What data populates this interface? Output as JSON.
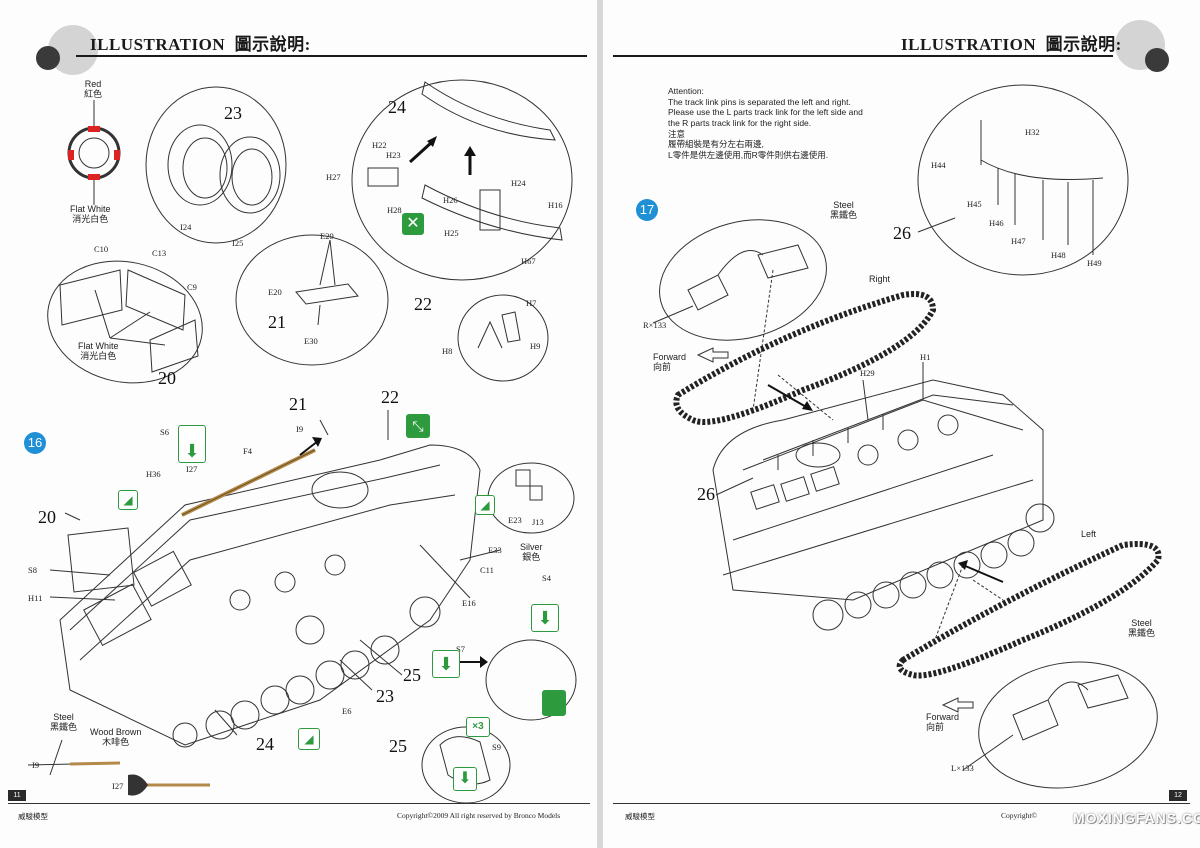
{
  "header": {
    "title_en": "ILLUSTRATION",
    "title_zh": "圖示說明:"
  },
  "left_page": {
    "steps": {
      "main": "16",
      "sub_20": "20",
      "sub_21": "21",
      "sub_22": "22",
      "sub_23": "23",
      "sub_24": "24",
      "sub_25": "25"
    },
    "colors": {
      "red_en": "Red",
      "red_zh": "紅色",
      "flat_white_en": "Flat White",
      "flat_white_zh": "消光白色",
      "silver_en": "Silver",
      "silver_zh": "銀色",
      "steel_en": "Steel",
      "steel_zh": "黑鐵色",
      "wood_en": "Wood Brown",
      "wood_zh": "木啡色"
    },
    "parts": {
      "i24": "I24",
      "i25": "I25",
      "c10": "C10",
      "c13": "C13",
      "c9": "C9",
      "h22": "H22",
      "h23": "H23",
      "h27": "H27",
      "h28": "H28",
      "h26": "H26",
      "h24": "H24",
      "h16": "H16",
      "h25": "H25",
      "h67": "H67",
      "e29": "E29",
      "e20": "E20",
      "e30": "E30",
      "h7": "H7",
      "h8": "H8",
      "h9": "H9",
      "s6": "S6",
      "i27": "I27",
      "h36": "H36",
      "f4": "F4",
      "i9": "I9",
      "e23": "E23",
      "j13": "J13",
      "s8": "S8",
      "h11": "H11",
      "e33": "E33",
      "c11": "C11",
      "e16": "E16",
      "s4": "S4",
      "s7": "S7",
      "e6": "E6",
      "s9": "S9",
      "x3": "×3",
      "i9b": "I9",
      "i27b": "I27"
    },
    "page_number": "11",
    "footer_left": "威駿模型",
    "footer_right": "Copyright©2009  All right reserved by Bronco Models"
  },
  "right_page": {
    "attention": {
      "l1": "Attention:",
      "l2": "The track link pins is separated the left and right.",
      "l3": "Please use the L parts track link for the left side and",
      "l4": "the R parts track link for the right side.",
      "l5": "注意",
      "l6": "履帶組裝是有分左右兩邊,",
      "l7": "L零件是供左邊使用,而R零件則供右邊使用."
    },
    "step": "17",
    "sub_26a": "26",
    "sub_26b": "26",
    "parts": {
      "h32": "H32",
      "h44": "H44",
      "h45": "H45",
      "h46": "H46",
      "h47": "H47",
      "h48": "H48",
      "h49": "H49",
      "h1": "H1",
      "h29": "H29",
      "rx133": "R×133",
      "lx133": "L×133"
    },
    "labels": {
      "steel_en": "Steel",
      "steel_zh": "黑鐵色",
      "right": "Right",
      "left": "Left",
      "forward_en": "Forward",
      "forward_zh": "向前"
    },
    "page_number": "12",
    "footer_left": "威駿模型",
    "footer_right": "Copyright©",
    "watermark": "MOXINGFANS.COM"
  }
}
